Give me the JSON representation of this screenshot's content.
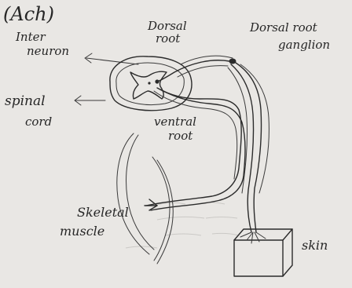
{
  "labels": {
    "ach": "(Ach)",
    "interneuron_1": "Inter",
    "interneuron_2": "neuron",
    "dorsal_root_1": "Dorsal",
    "dorsal_root_2": "root",
    "drg_1": "Dorsal root",
    "drg_2": "ganglion",
    "spinal_cord_1": "spinal",
    "spinal_cord_2": "cord",
    "ventral_root_1": "ventral",
    "ventral_root_2": "root",
    "skeletal_muscle_1": "Skeletal",
    "skeletal_muscle_2": "muscle",
    "skin": "skin"
  },
  "colors": {
    "paper": "#e9e7e4",
    "ink": "#2b2b2b"
  }
}
